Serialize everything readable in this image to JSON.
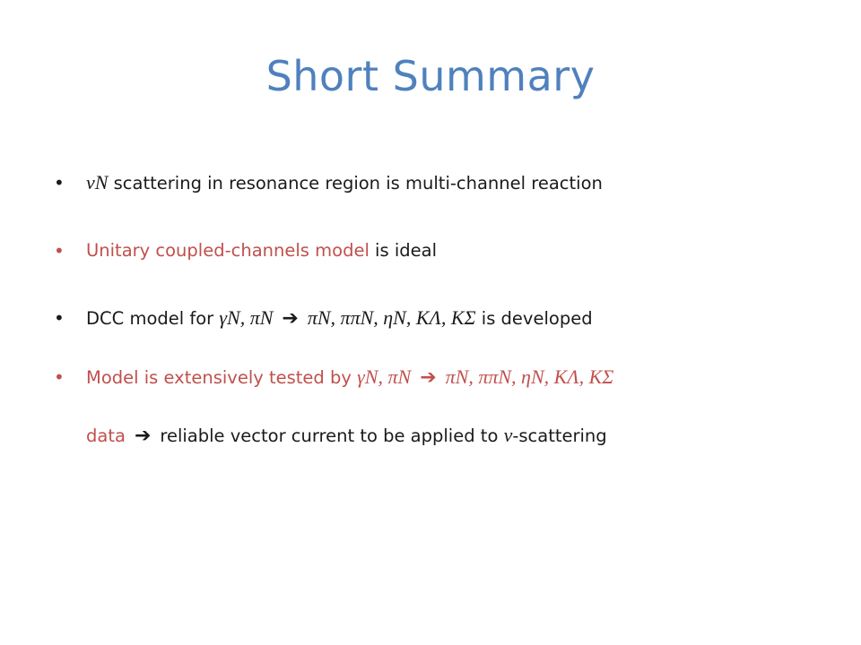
{
  "slide": {
    "title": "Short  Summary",
    "bullet_glyph": "•",
    "arrow_glyph": "➔",
    "colors": {
      "title": "#4f81bd",
      "accent_red": "#c0504d",
      "text": "#1a1a1a"
    },
    "bullets": [
      {
        "math_lead": "νN",
        "text": " scattering in resonance region is multi-channel reaction"
      },
      {
        "red_text": "Unitary coupled-channels model",
        "text": " is ideal"
      },
      {
        "text_pre": "DCC model for ",
        "math_in": "γN,  πN",
        "math_out": "πN, ππN, ηN, KΛ, KΣ",
        "text_post": " is developed"
      },
      {
        "text_pre": "Model is extensively tested by ",
        "math_in": "γN,  πN",
        "math_out": "πN, ππN, ηN, KΛ, KΣ",
        "line2_red": "data",
        "line2_text_pre": "reliable vector current to be applied to ",
        "line2_math": "ν",
        "line2_text_post": "-scattering"
      }
    ]
  }
}
